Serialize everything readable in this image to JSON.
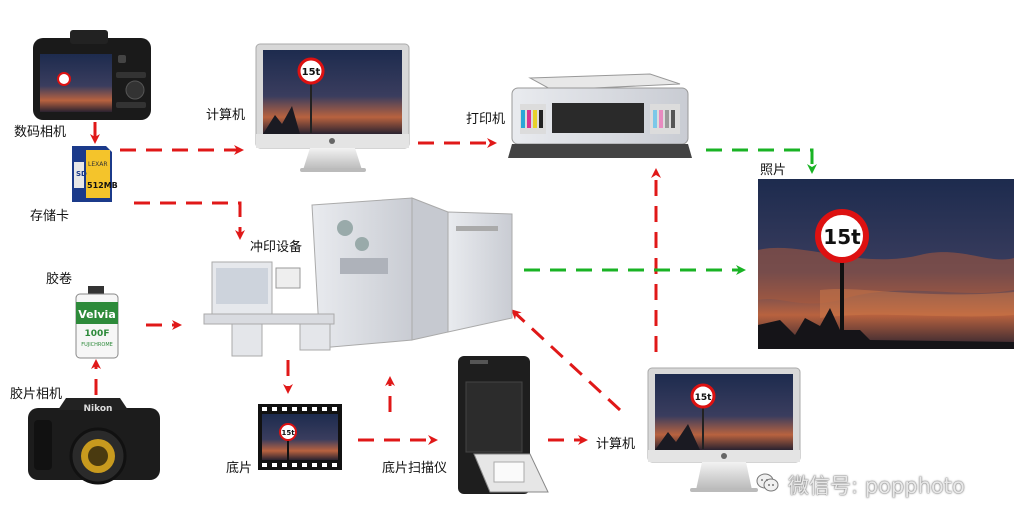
{
  "labels": {
    "digital_camera": "数码相机",
    "memory_card": "存储卡",
    "computer_top": "计算机",
    "printer": "打印机",
    "photo": "照片",
    "processing_equipment": "冲印设备",
    "film_roll": "胶卷",
    "film_camera": "胶片相机",
    "negative": "底片",
    "negative_scanner": "底片扫描仪",
    "computer_bottom": "计算机"
  },
  "sign_text": "15t",
  "film_brand": "Velvia",
  "film_speed": "100F",
  "film_maker": "FUJICHROME",
  "card_brand": "SD",
  "card_capacity": "512MB",
  "card_maker": "LEXAR",
  "camera_brand": "Nikon",
  "watermark": "微信号: popphoto",
  "colors": {
    "red_arrow": "#e01818",
    "green_arrow": "#19b324",
    "sky_dark": "#1c2a4a",
    "sky_glow": "#c4643a"
  }
}
